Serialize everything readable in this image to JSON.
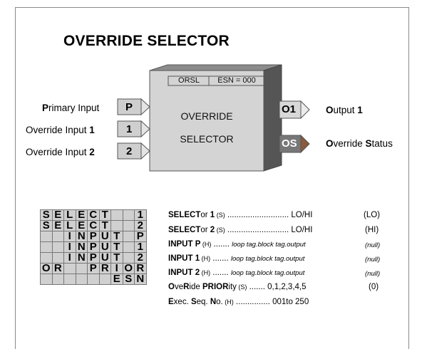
{
  "title": "OVERRIDE SELECTOR",
  "block": {
    "header_left": "ORSL",
    "header_right": "ESN = 000",
    "name_line1": "OVERRIDE",
    "name_line2": "SELECTOR"
  },
  "inputs": [
    {
      "label_bold": "P",
      "label_rest": "rimary Input",
      "port": "P"
    },
    {
      "label_plain": "Override Input ",
      "label_num": "1",
      "port": "1"
    },
    {
      "label_plain": "Override Input ",
      "label_num": "2",
      "port": "2"
    }
  ],
  "outputs": [
    {
      "port": "O1",
      "b1": "O",
      "r1": "utput ",
      "b2": "1"
    },
    {
      "port": "OS",
      "b1": "O",
      "r1": "verride ",
      "b2": "S",
      "r2": "tatus"
    }
  ],
  "grid_rows": [
    [
      "S",
      "E",
      "L",
      "E",
      "C",
      "T",
      "",
      "",
      "1"
    ],
    [
      "S",
      "E",
      "L",
      "E",
      "C",
      "T",
      "",
      "",
      "2"
    ],
    [
      "",
      "",
      "I",
      "N",
      "P",
      "U",
      "T",
      "",
      "P"
    ],
    [
      "",
      "",
      "I",
      "N",
      "P",
      "U",
      "T",
      "",
      "1"
    ],
    [
      "",
      "",
      "I",
      "N",
      "P",
      "U",
      "T",
      "",
      "2"
    ],
    [
      "O",
      "R",
      "",
      "",
      "P",
      "R",
      "I",
      "O",
      "R"
    ],
    [
      "",
      "",
      "",
      "",
      "",
      "",
      "E",
      "S",
      "N"
    ]
  ],
  "params": [
    {
      "b": "SELECT",
      "r": "or ",
      "b2": "1",
      "tag": " (S)",
      "dots": " ........................... ",
      "range": "LO/HI",
      "default": "(LO)"
    },
    {
      "b": "SELECT",
      "r": "or ",
      "b2": "2",
      "tag": " (S)",
      "dots": " ........................... ",
      "range": "LO/HI",
      "default": "(HI)"
    },
    {
      "b": "INPUT P",
      "tag": " (H)",
      "dots": " ....... ",
      "range": "loop tag.block tag.output",
      "default": "(null)"
    },
    {
      "b": "INPUT 1",
      "tag": "  (H)",
      "dots": " ....... ",
      "range": "loop tag.block tag.output",
      "default": "(null)"
    },
    {
      "b": "INPUT 2",
      "tag": " (H)",
      "dots": " ....... ",
      "range": "loop tag.block tag.output",
      "default": "(null)"
    },
    {
      "b": "O",
      "r": "ve",
      "b2": "R",
      "r2": "ide ",
      "b3": "PRIOR",
      "r3": "ity",
      "tag": " (S)",
      "dots": " ....... ",
      "range": "0,1,2,3,4,5",
      "default": "(0)"
    },
    {
      "b": "E",
      "r": "xec. ",
      "b2": "S",
      "r2": "eq. ",
      "b3": "N",
      "r3": "o.",
      "tag": " (H)",
      "dots": " ............... ",
      "range": "001to 250",
      "default": ""
    }
  ]
}
